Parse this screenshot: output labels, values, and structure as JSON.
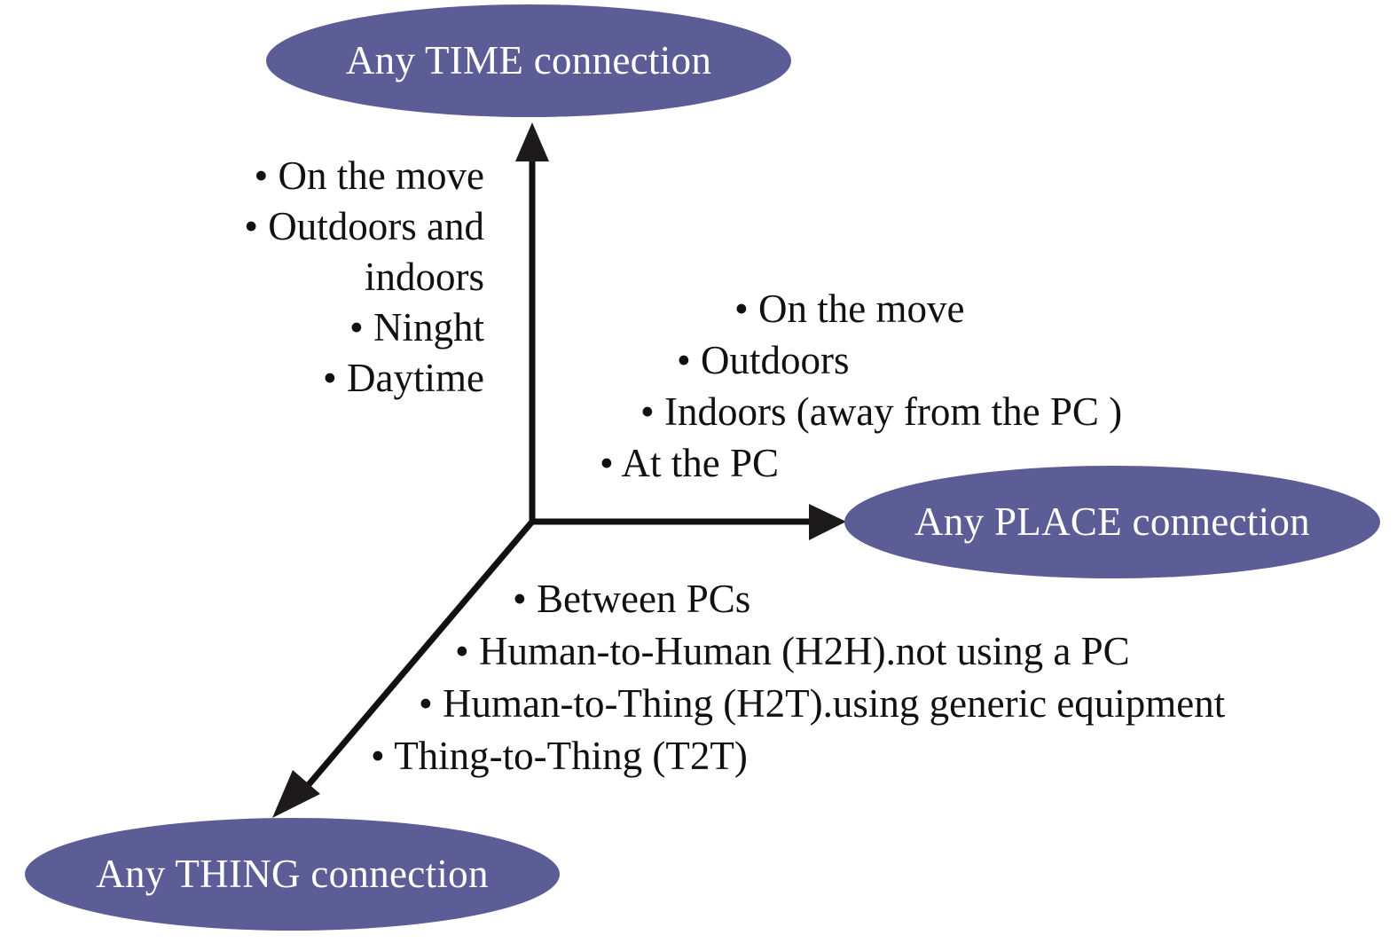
{
  "diagram": {
    "title": "Any TIME / Any PLACE / Any THING connection axes",
    "background_color": "#ffffff",
    "node_fill_color": "#5c5d96",
    "node_text_color": "#ffffff",
    "axis_color": "#111111",
    "body_text_color": "#111111"
  },
  "nodes": {
    "time": {
      "label": "Any TIME connection"
    },
    "place": {
      "label": "Any PLACE connection"
    },
    "thing": {
      "label": "Any THING connection"
    }
  },
  "axes": [
    {
      "name": "time-axis",
      "direction": "up",
      "points_to": "Any TIME connection"
    },
    {
      "name": "place-axis",
      "direction": "right",
      "points_to": "Any PLACE connection"
    },
    {
      "name": "thing-axis",
      "direction": "down-left",
      "points_to": "Any THING connection"
    }
  ],
  "annotations": {
    "time": {
      "axis": "Any TIME connection",
      "items": [
        "• On the move",
        "• Outdoors and",
        "indoors",
        "• Ninght",
        "• Daytime"
      ]
    },
    "place": {
      "axis": "Any PLACE connection",
      "items": [
        "• On the move",
        "• Outdoors",
        "• Indoors (away from the PC )",
        "• At the PC"
      ]
    },
    "thing": {
      "axis": "Any THING connection",
      "items": [
        "• Between PCs",
        "• Human-to-Human (H2H).not using a PC",
        "• Human-to-Thing (H2T).using generic equipment",
        "• Thing-to-Thing (T2T)"
      ]
    }
  }
}
